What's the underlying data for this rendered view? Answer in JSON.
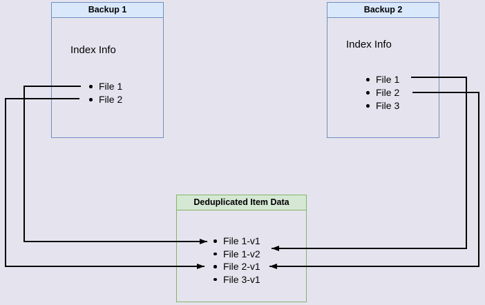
{
  "diagram": {
    "background_color": "#e5e4ee",
    "connector_color": "#000000",
    "blue_header_bg": "#dae8fc",
    "blue_border": "#6c8ebf",
    "green_header_bg": "#d5e8d4",
    "green_border": "#82b366"
  },
  "boxes": {
    "backup1": {
      "title": "Backup 1",
      "subtitle": "Index Info",
      "items": [
        "File 1",
        "File 2"
      ]
    },
    "backup2": {
      "title": "Backup 2",
      "subtitle": "Index Info",
      "items": [
        "File 1",
        "File 2",
        "File 3"
      ]
    },
    "dedup": {
      "title": "Deduplicated Item Data",
      "items": [
        "File 1-v1",
        "File 1-v2",
        "File 2-v1",
        "File 3-v1"
      ]
    }
  },
  "connections": [
    {
      "from": "Backup 1 / File 1",
      "to": "File 1-v1"
    },
    {
      "from": "Backup 1 / File 2",
      "to": "File 2-v1"
    },
    {
      "from": "Backup 2 / File 1",
      "to": "File 1-v2"
    },
    {
      "from": "Backup 2 / File 2",
      "to": "File 2-v1"
    }
  ]
}
